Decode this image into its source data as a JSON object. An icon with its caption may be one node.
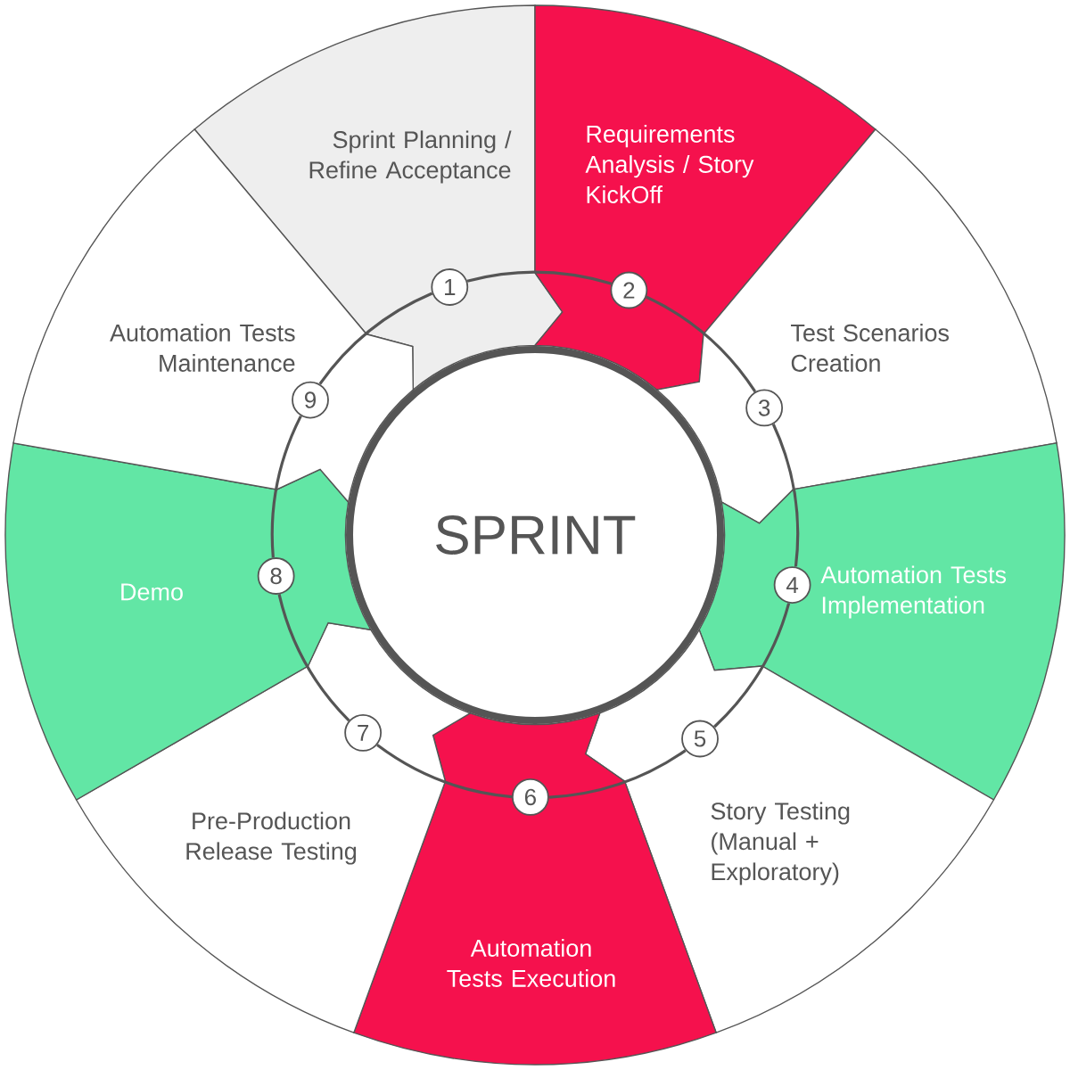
{
  "diagram": {
    "nodes": [
      {
        "text": [
          "Sprint Planning / Refine Acceptance"
        ]
      },
      {
        "text": [
          "Requirements Analysis / Story KickOff"
        ]
      },
      {
        "text": [
          "Test Scenarios Creation"
        ]
      },
      {
        "text": [
          "Automation Tests Implementation"
        ]
      },
      {
        "text": [
          "Story Testing (Manual + Exploratory)"
        ]
      },
      {
        "text": [
          "Automation Tests Execution"
        ]
      },
      {
        "text": [
          "Pre-Production Release Testing"
        ]
      },
      {
        "text": [
          "Demo"
        ]
      },
      {
        "text": [
          "Automation Tests Maintenance"
        ]
      },
      {
        "text": [
          "1"
        ],
        "in": 0
      },
      {
        "text": [
          "2"
        ],
        "in": 1
      },
      {
        "text": [
          "3"
        ],
        "in": 2
      },
      {
        "text": [
          "4"
        ],
        "in": 3
      },
      {
        "text": [
          "5"
        ],
        "in": 4
      },
      {
        "text": [
          "6"
        ],
        "in": 5
      },
      {
        "text": [
          "7"
        ],
        "in": 6
      },
      {
        "text": [
          "8"
        ],
        "in": 7
      },
      {
        "text": [
          "9"
        ],
        "in": 8
      },
      {
        "text": [
          "SPRINT"
        ]
      }
    ],
    "edges": [
      {
        "from": 9,
        "to": 10,
        "arrow": "none"
      },
      {
        "from": 10,
        "to": 11,
        "arrow": "none"
      },
      {
        "from": 11,
        "to": 12,
        "arrow": "none"
      },
      {
        "from": 12,
        "to": 13,
        "arrow": "none"
      },
      {
        "from": 13,
        "to": 14,
        "arrow": "none"
      },
      {
        "from": 14,
        "to": 15,
        "arrow": "none"
      },
      {
        "from": 15,
        "to": 16,
        "arrow": "none"
      },
      {
        "from": 16,
        "to": 17,
        "arrow": "none"
      },
      {
        "from": 17,
        "to": 9,
        "arrow": "none"
      }
    ]
  }
}
